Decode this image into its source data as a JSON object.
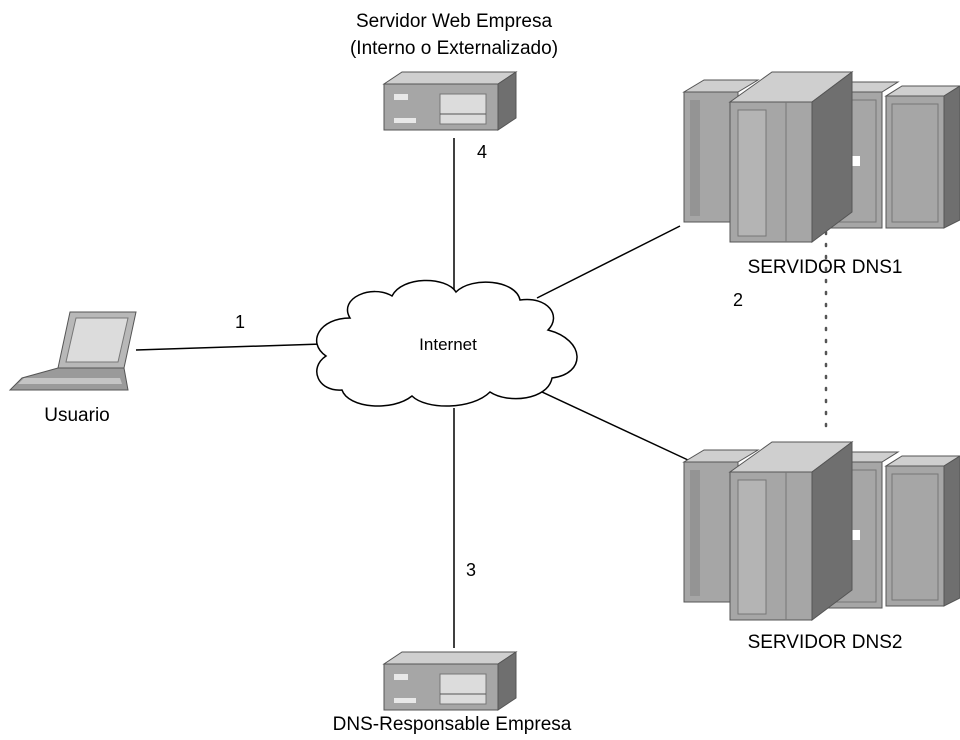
{
  "nodes": {
    "web_server": {
      "line1": "Servidor Web Empresa",
      "line2": "(Interno o Externalizado)"
    },
    "internet": {
      "label": "Internet"
    },
    "user": {
      "label": "Usuario"
    },
    "dns1": {
      "label": "SERVIDOR DNS1"
    },
    "dns2": {
      "label": "SERVIDOR DNS2"
    },
    "dns_responsible": {
      "label": "DNS-Responsable Empresa"
    }
  },
  "edges": {
    "user_internet": "1",
    "internet_dns": "2",
    "internet_dns_responsible": "3",
    "internet_web_server": "4"
  },
  "colors": {
    "server_front": "#a6a6a6",
    "server_top": "#cfcfcf",
    "server_side": "#6f6f6f",
    "line": "#000000"
  }
}
